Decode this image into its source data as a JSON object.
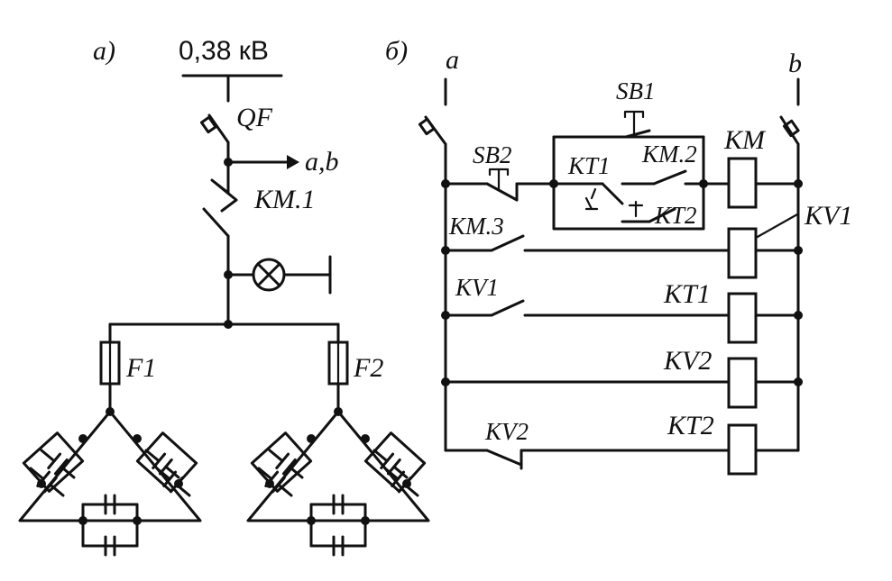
{
  "panel_a": {
    "tag": "a)",
    "voltage": "0,38 кВ",
    "breaker": "QF",
    "tap": "a,b",
    "contactor": "KM.1",
    "fuse_left": "F1",
    "fuse_right": "F2"
  },
  "panel_b": {
    "tag": "б)",
    "bus_left": "a",
    "bus_right": "b",
    "sb1": "SB1",
    "sb2": "SB2",
    "kt1_contact": "KT1",
    "km2": "KM.2",
    "kt2_contact": "KT2",
    "km_coil": "KM",
    "km3": "KM.3",
    "kv1_coil": "KV1",
    "kv1_contact": "KV1",
    "kt1_coil": "KT1",
    "kv2_coil": "KV2",
    "kt2_coil": "KT2",
    "kv2_contact": "KV2"
  }
}
